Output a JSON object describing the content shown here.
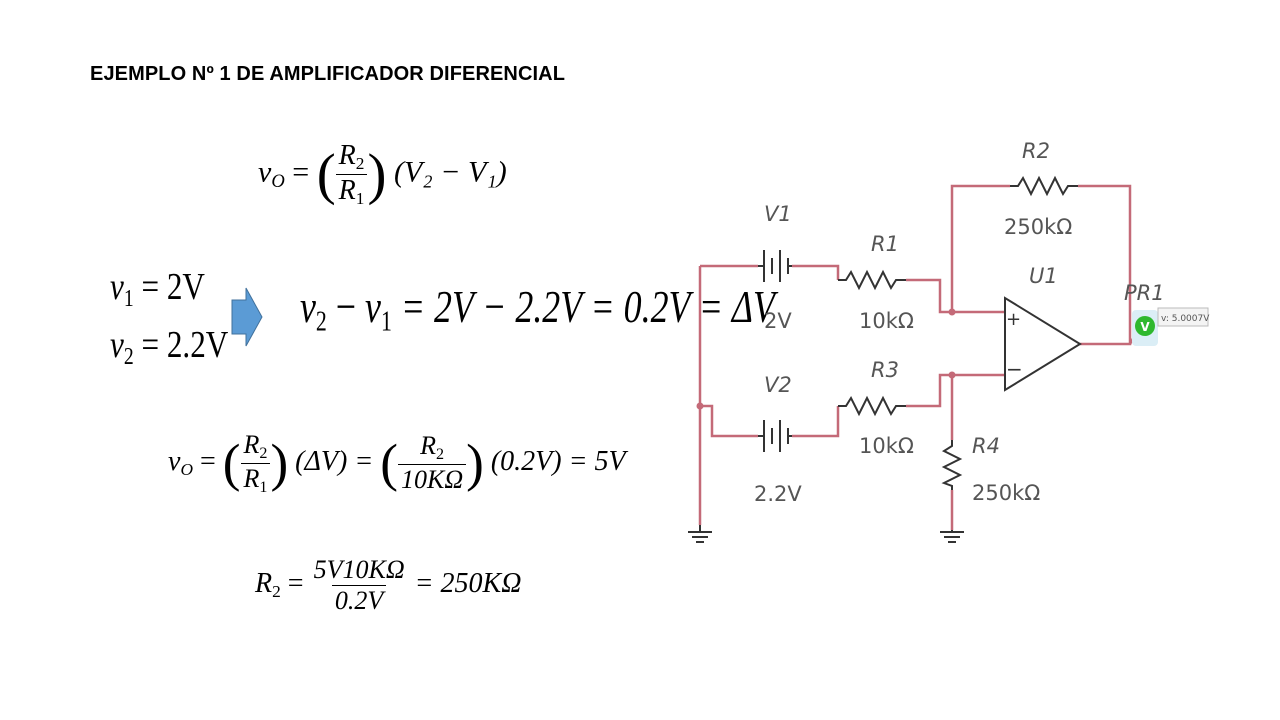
{
  "title": "EJEMPLO Nº 1 DE AMPLIFICADOR DIFERENCIAL",
  "eq1": {
    "lhs": "v",
    "lhs_sub": "O",
    "num": "R",
    "num_sub": "2",
    "den": "R",
    "den_sub": "1",
    "rhs": "(V₂ − V₁)"
  },
  "values": {
    "v1": "= 2V",
    "v2": "= 2.2V"
  },
  "eq2": {
    "text": "= 2V − 2.2V = 0.2V = ΔV"
  },
  "eq3": {
    "mid": "(ΔV) =",
    "den2": "10KΩ",
    "tail": "(0.2V) = 5V"
  },
  "eq4": {
    "lhs": "R",
    "lhs_sub": "2",
    "num": "5V10KΩ",
    "den": "0.2V",
    "rhs": "= 250KΩ"
  },
  "circuit": {
    "V1": {
      "name": "V1",
      "value": "2V"
    },
    "V2": {
      "name": "V2",
      "value": "2.2V"
    },
    "R1": {
      "name": "R1",
      "value": "10kΩ"
    },
    "R2": {
      "name": "R2",
      "value": "250kΩ"
    },
    "R3": {
      "name": "R3",
      "value": "10kΩ"
    },
    "R4": {
      "name": "R4",
      "value": "250kΩ"
    },
    "U1": {
      "name": "U1",
      "plus": "+",
      "minus": "−"
    },
    "PR1": {
      "name": "PR1",
      "badge": "V",
      "reading": "v: 5.0007V"
    }
  },
  "colors": {
    "wire": "#c46a78",
    "component": "#333333",
    "label": "#555555",
    "probe": "#2eb82e",
    "arrow": "#5b9bd5"
  }
}
